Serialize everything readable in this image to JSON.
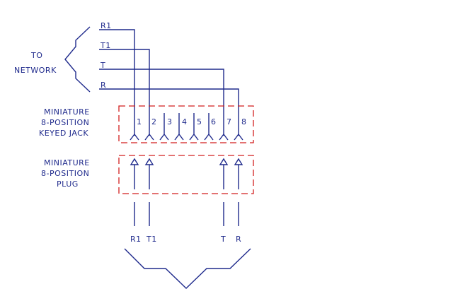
{
  "network_label": [
    "TO",
    "NETWORK"
  ],
  "network_lines": [
    "R1",
    "T1",
    "T",
    "R"
  ],
  "jack_label": [
    "MINIATURE",
    "8-POSITION",
    "KEYED JACK"
  ],
  "plug_label": [
    "MINIATURE",
    "8-POSITION",
    "PLUG"
  ],
  "pins": [
    "1",
    "2",
    "3",
    "4",
    "5",
    "6",
    "7",
    "8"
  ],
  "plug_leads": [
    "R1",
    "T1",
    "T",
    "R"
  ],
  "colors": {
    "wire": "#1f2a8c",
    "dashed_box": "#d21f1f"
  }
}
